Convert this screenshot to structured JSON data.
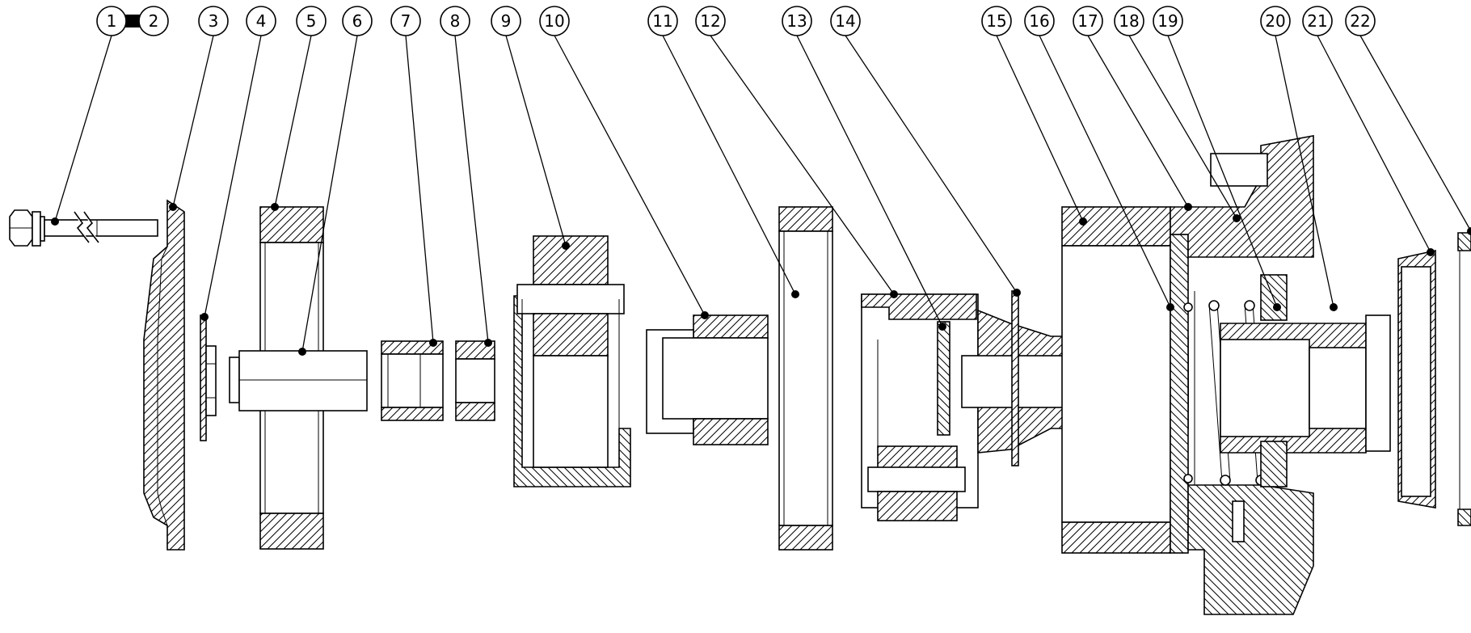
{
  "diagram": {
    "callouts": [
      {
        "label": "1"
      },
      {
        "label": "2"
      },
      {
        "label": "3"
      },
      {
        "label": "4"
      },
      {
        "label": "5"
      },
      {
        "label": "6"
      },
      {
        "label": "7"
      },
      {
        "label": "8"
      },
      {
        "label": "9"
      },
      {
        "label": "10"
      },
      {
        "label": "11"
      },
      {
        "label": "12"
      },
      {
        "label": "13"
      },
      {
        "label": "14"
      },
      {
        "label": "15"
      },
      {
        "label": "16"
      },
      {
        "label": "17"
      },
      {
        "label": "18"
      },
      {
        "label": "19"
      },
      {
        "label": "20"
      },
      {
        "label": "21"
      },
      {
        "label": "22"
      }
    ],
    "colors": {
      "line": "#000000",
      "background": "#ffffff"
    }
  }
}
